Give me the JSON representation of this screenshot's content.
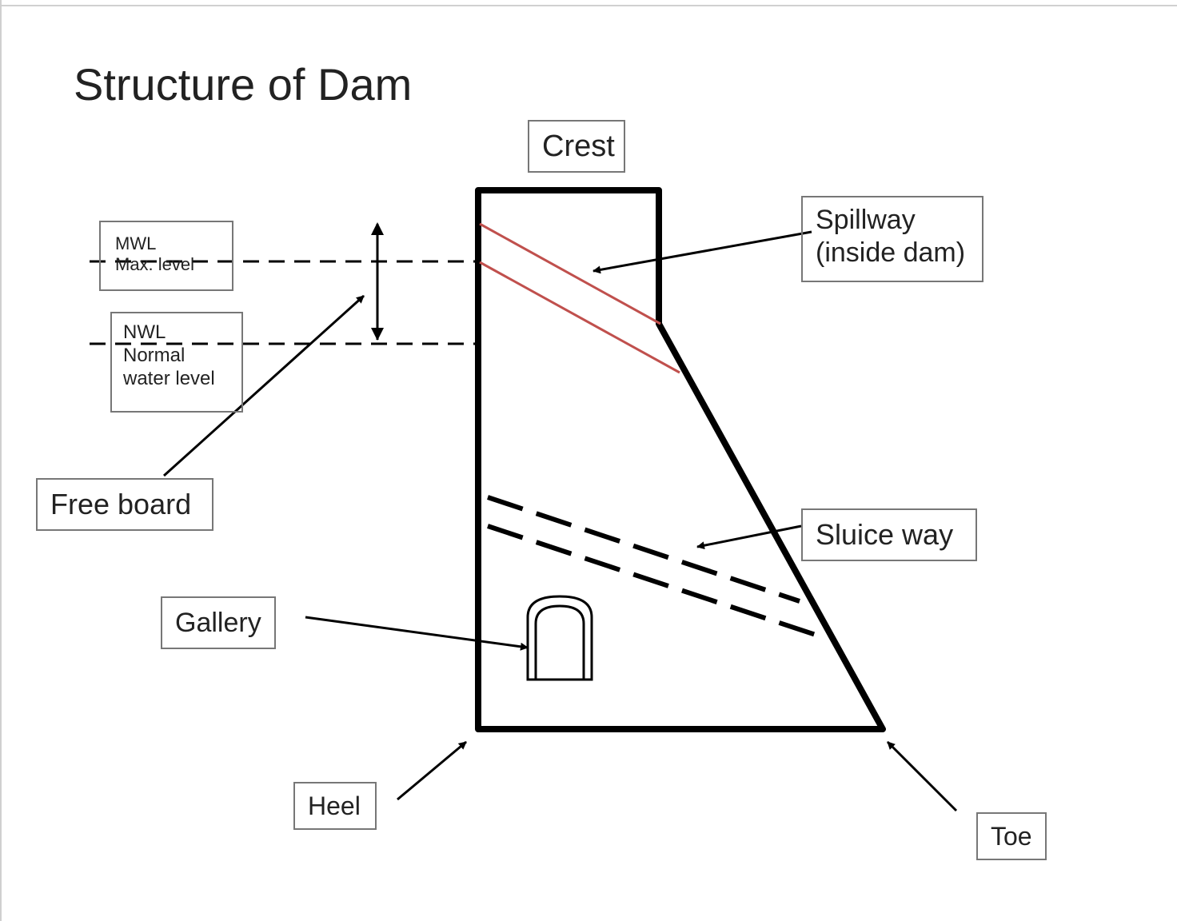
{
  "title": "Structure of Dam",
  "labels": {
    "crest": "Crest",
    "spillway_line1": "Spillway",
    "spillway_line2": "(inside dam)",
    "mwl_line1": "MWL",
    "mwl_line2": "Max. level",
    "nwl_line1": "NWL",
    "nwl_line2": "Normal",
    "nwl_line3": "water level",
    "free_board": "Free board",
    "sluice_way": "Sluice way",
    "gallery": "Gallery",
    "heel": "Heel",
    "toe": "Toe"
  },
  "colors": {
    "structure": "#000000",
    "spillway": "#c0504d",
    "label_border": "#777777"
  }
}
